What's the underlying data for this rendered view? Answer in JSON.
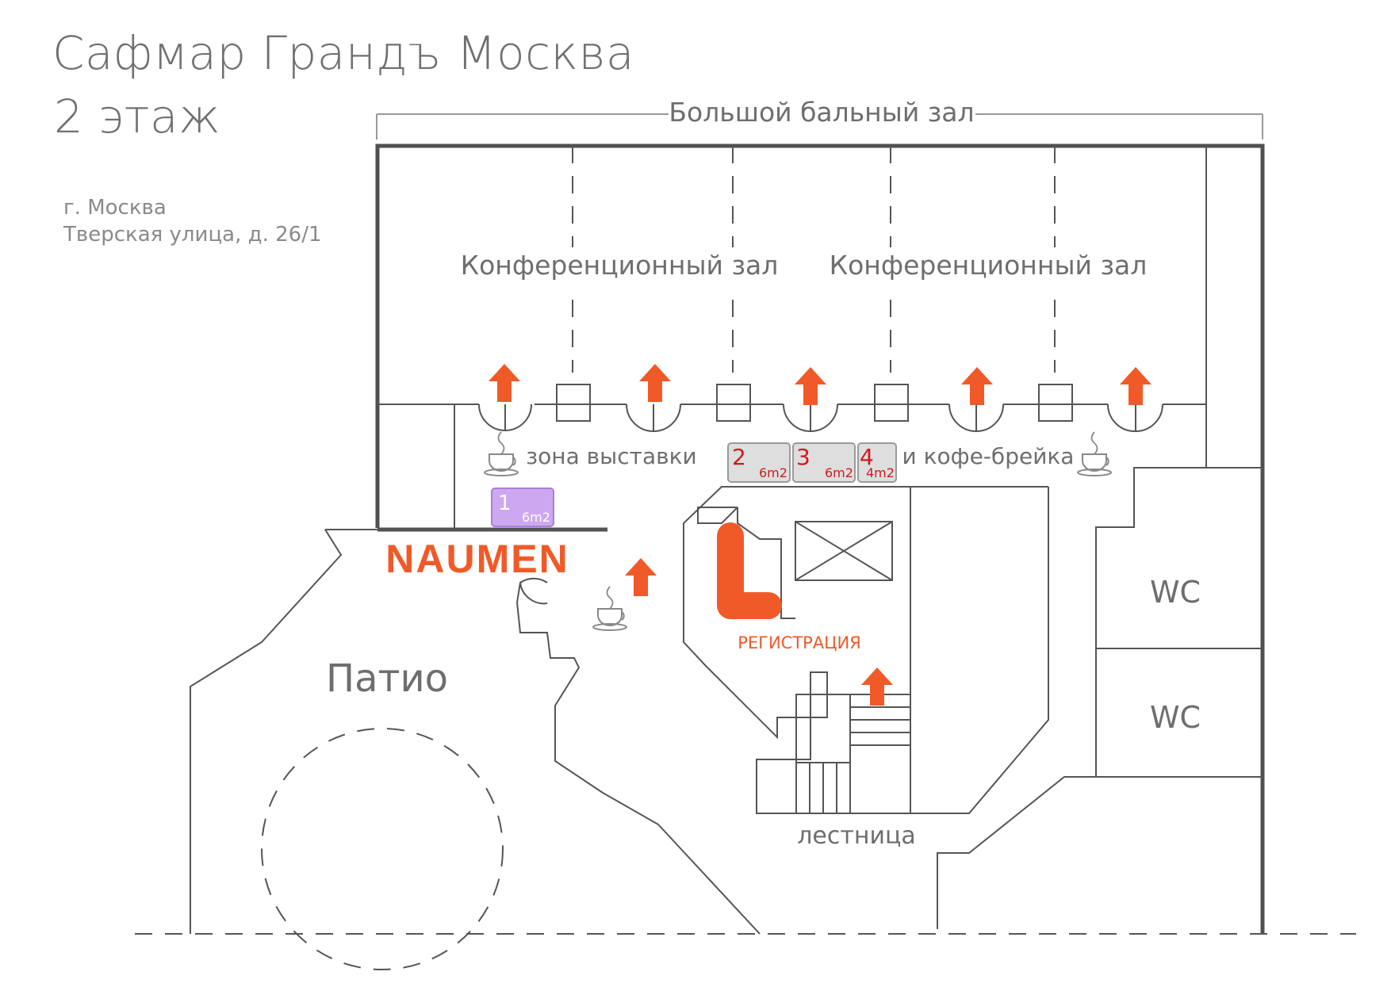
{
  "header": {
    "title_line1": "Сафмар Грандъ Москва",
    "title_line2": "2 этаж"
  },
  "address": {
    "city": "г. Москва",
    "street": "Тверская улица, д. 26/1"
  },
  "rooms": {
    "ballroom": "Большой бальный зал",
    "conf_hall_1": "Конференционный зал",
    "conf_hall_2": "Конференционный зал",
    "zone_left": "зона выставки",
    "zone_right": "и кофе-брейка",
    "patio": "Патио",
    "stairs": "лестница",
    "wc_1": "WC",
    "wc_2": "WC",
    "registration": "РЕГИСТРАЦИЯ"
  },
  "logo": {
    "text": "NAUMEN",
    "color": "#f05a28"
  },
  "booths": [
    {
      "number": "1",
      "size": "6m2",
      "fill": "#cda8f0",
      "stroke": "#a97fd8",
      "text_color": "#ffffff"
    },
    {
      "number": "2",
      "size": "6m2",
      "fill": "#dedede",
      "stroke": "#9a9a9a",
      "text_color": "#d0191f"
    },
    {
      "number": "3",
      "size": "6m2",
      "fill": "#dedede",
      "stroke": "#9a9a9a",
      "text_color": "#d0191f"
    },
    {
      "number": "4",
      "size": "4m2",
      "fill": "#dedede",
      "stroke": "#9a9a9a",
      "text_color": "#d0191f"
    }
  ],
  "colors": {
    "accent": "#f05a28",
    "wall": "#505050",
    "line": "#707070"
  },
  "icons": [
    "arrow-up-icon",
    "coffee-cup-icon",
    "elevator-cross-icon",
    "registration-desk-icon"
  ]
}
